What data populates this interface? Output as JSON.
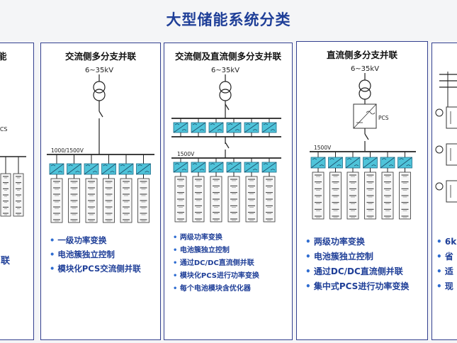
{
  "title": "大型储能系统分类",
  "left_partial": {
    "top_label": "能",
    "pcs_label": "PCS",
    "bullet_tail": "联"
  },
  "panels": [
    {
      "title": "交流侧多分支并联",
      "voltage": "6~35kV",
      "bus_label": "1000/1500V",
      "bullets": [
        "一级功率变换",
        "电池簇独立控制",
        "模块化PCS交流侧并联"
      ]
    },
    {
      "title": "交流侧及直流侧多分支并联",
      "voltage": "6~35kV",
      "bus_label": "1500V",
      "bullets": [
        "两级功率变换",
        "电池簇独立控制",
        "通过DC/DC直流侧并联",
        "模块化PCS进行功率变换",
        "每个电池模块含优化器"
      ]
    },
    {
      "title": "直流侧多分支并联",
      "voltage": "6~35kV",
      "bus_label": "1500V",
      "pcs_label": "PCS",
      "bullets": [
        "两级功率变换",
        "电池簇独立控制",
        "通过DC/DC直流侧并联",
        "集中式PCS进行功率变换"
      ]
    }
  ],
  "right_partial": {
    "bullets": [
      "6k",
      "省",
      "适",
      "现"
    ]
  }
}
